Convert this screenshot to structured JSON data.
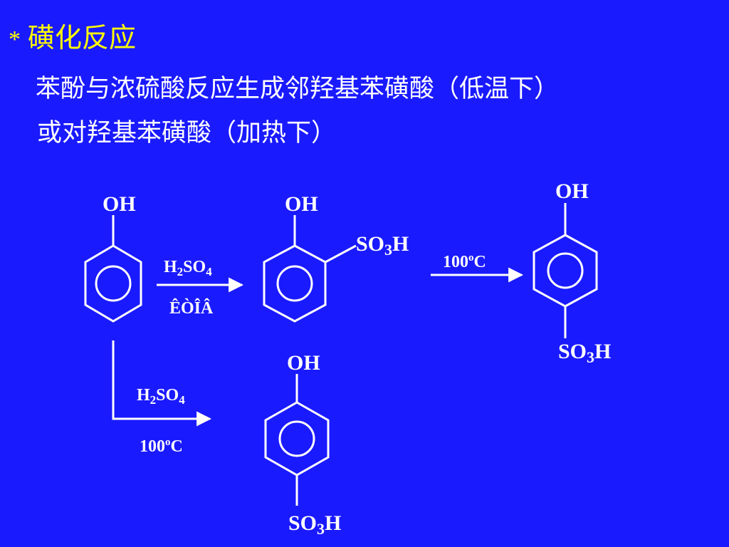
{
  "title": {
    "bullet": "*",
    "text": "磺化反应"
  },
  "body": {
    "line1": "苯酚与浓硫酸反应生成邻羟基苯磺酸（低温下）",
    "line2": "或对羟基苯磺酸（加热下）"
  },
  "scheme": {
    "phenol": {
      "oh": "OH"
    },
    "ortho_product": {
      "oh": "OH",
      "so3h": {
        "main": "SO",
        "sub": "3",
        "tail": "H"
      }
    },
    "para_top": {
      "oh": "OH",
      "so3h": {
        "main": "SO",
        "sub": "3",
        "tail": "H"
      }
    },
    "para_bottom": {
      "oh": "OH",
      "so3h": {
        "main": "SO",
        "sub": "3",
        "tail": "H"
      }
    },
    "arrow1": {
      "reagent": {
        "a": "H",
        "b": "2",
        "c": "SO",
        "d": "4"
      },
      "condition": "ÊÒÎÂ"
    },
    "arrow2": {
      "condition": {
        "num": "100",
        "sup": "o",
        "unit": "C"
      }
    },
    "arrow3": {
      "reagent": {
        "a": "H",
        "b": "2",
        "c": "SO",
        "d": "4"
      },
      "condition": {
        "num": "100",
        "sup": "o",
        "unit": "C"
      }
    }
  }
}
